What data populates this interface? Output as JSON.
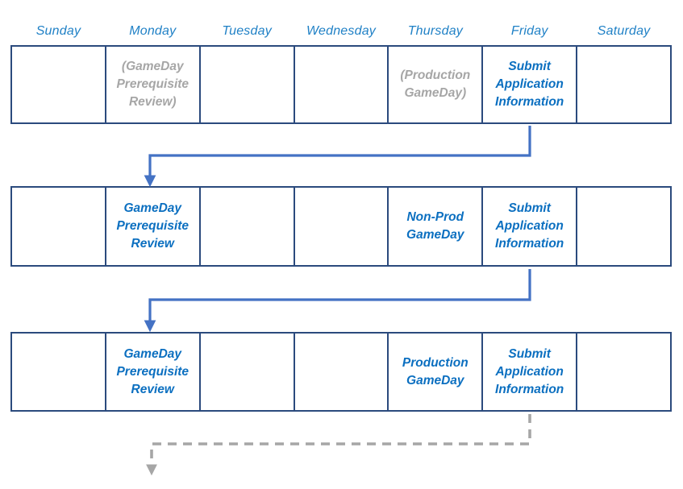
{
  "colors": {
    "grid_border": "#2B4A7D",
    "day_header_text": "#2081C6",
    "event_text_blue": "#0B6FC0",
    "event_text_gray": "#A6A6A6",
    "arrow_solid": "#4472C4",
    "arrow_dashed": "#A6A6A6",
    "background": "#FFFFFF"
  },
  "calendar": {
    "day_headers": [
      "Sunday",
      "Monday",
      "Tuesday",
      "Wednesday",
      "Thursday",
      "Friday",
      "Saturday"
    ],
    "weeks": [
      {
        "label": "week-1",
        "cells": [
          {
            "day": "Sunday",
            "text": ""
          },
          {
            "day": "Monday",
            "text": "(GameDay\nPrerequisite\nReview)",
            "emphasis": "tentative-gray"
          },
          {
            "day": "Tuesday",
            "text": ""
          },
          {
            "day": "Wednesday",
            "text": ""
          },
          {
            "day": "Thursday",
            "text": "(Production\nGameDay)",
            "emphasis": "tentative-gray"
          },
          {
            "day": "Friday",
            "text": "Submit\nApplication\nInformation",
            "emphasis": "active-blue"
          },
          {
            "day": "Saturday",
            "text": ""
          }
        ]
      },
      {
        "label": "week-2",
        "cells": [
          {
            "day": "Sunday",
            "text": ""
          },
          {
            "day": "Monday",
            "text": "GameDay\nPrerequisite\nReview",
            "emphasis": "active-blue"
          },
          {
            "day": "Tuesday",
            "text": ""
          },
          {
            "day": "Wednesday",
            "text": ""
          },
          {
            "day": "Thursday",
            "text": "Non-Prod\nGameDay",
            "emphasis": "active-blue"
          },
          {
            "day": "Friday",
            "text": "Submit\nApplication\nInformation",
            "emphasis": "active-blue"
          },
          {
            "day": "Saturday",
            "text": ""
          }
        ]
      },
      {
        "label": "week-3",
        "cells": [
          {
            "day": "Sunday",
            "text": ""
          },
          {
            "day": "Monday",
            "text": "GameDay\nPrerequisite\nReview",
            "emphasis": "active-blue"
          },
          {
            "day": "Tuesday",
            "text": ""
          },
          {
            "day": "Wednesday",
            "text": ""
          },
          {
            "day": "Thursday",
            "text": "Production\nGameDay",
            "emphasis": "active-blue"
          },
          {
            "day": "Friday",
            "text": "Submit\nApplication\nInformation",
            "emphasis": "active-blue"
          },
          {
            "day": "Saturday",
            "text": ""
          }
        ]
      }
    ]
  },
  "arrows": [
    {
      "name": "arrow-week1-to-week2",
      "style": "solid",
      "color": "#4472C4",
      "from": "week-1 Friday",
      "to": "week-2 Monday"
    },
    {
      "name": "arrow-week2-to-week3",
      "style": "solid",
      "color": "#4472C4",
      "from": "week-2 Friday",
      "to": "week-3 Monday"
    },
    {
      "name": "arrow-week3-continuation",
      "style": "dashed",
      "color": "#A6A6A6",
      "from": "week-3 Friday",
      "to": "following-week Monday"
    }
  ]
}
